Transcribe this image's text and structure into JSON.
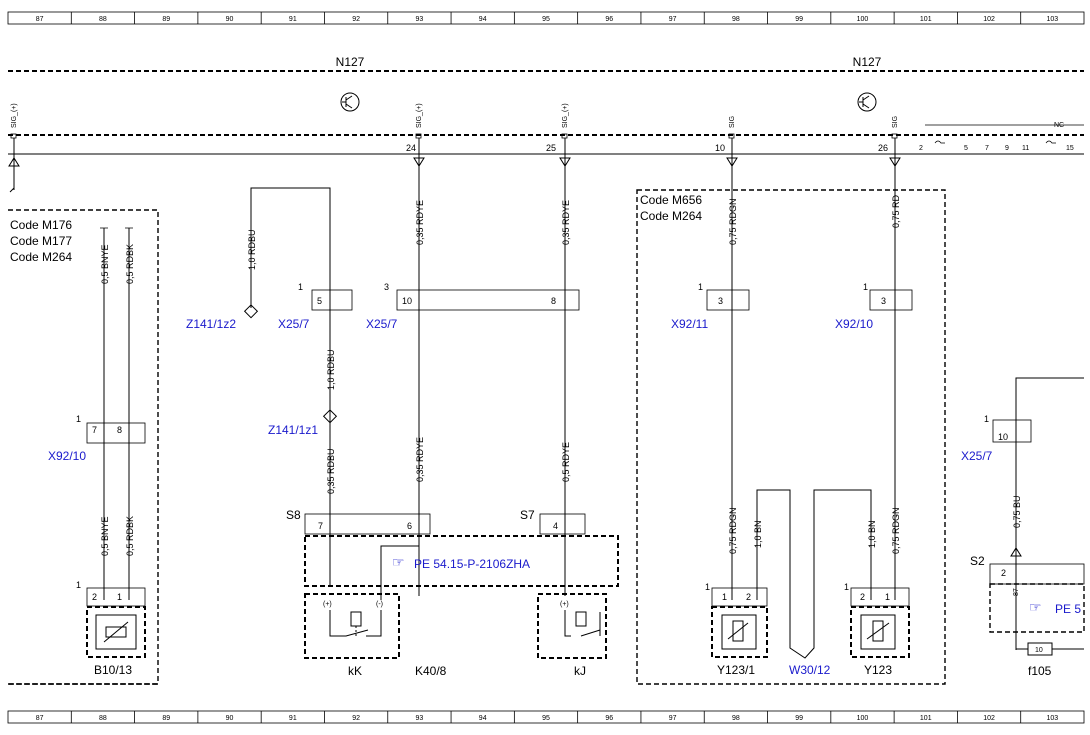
{
  "grid_numbers": [
    "87",
    "88",
    "89",
    "90",
    "91",
    "92",
    "93",
    "94",
    "95",
    "96",
    "97",
    "98",
    "99",
    "100",
    "101",
    "102",
    "103"
  ],
  "module": {
    "left_name": "N127",
    "right_name": "N127"
  },
  "top_pins": [
    {
      "sig": "SIG_(+)",
      "num": ""
    },
    {
      "sig": "SIG_(+)",
      "num": "24"
    },
    {
      "sig": "SIG_(+)",
      "num": "25"
    },
    {
      "sig": "SIG",
      "num": "10"
    },
    {
      "sig": "SIG",
      "num": "26"
    }
  ],
  "nc": {
    "label": "NC",
    "pins": [
      "2",
      "5",
      "7",
      "9",
      "11",
      "15"
    ]
  },
  "left_block": {
    "codes": [
      "Code M176",
      "Code M177",
      "Code M264"
    ]
  },
  "right_block": {
    "codes": [
      "Code M656",
      "Code M264"
    ]
  },
  "wires": {
    "w1": "0,5 BNYE",
    "w2": "0,5 RDBK",
    "w3": "1,0 RDBU",
    "w4": "0,35 RDYE",
    "w5": "0,35 RDYE",
    "w6": "0,75 RDGN",
    "w7": "0,75 RD",
    "w8": "1,0 RDBU",
    "w9": "0,35 RDBU",
    "w10": "0,35 RDYE",
    "w11": "0,5 RDYE",
    "w12": "0,5 BNYE",
    "w13": "0,5 RDBK",
    "w14": "0,75 RDGN",
    "w15": "1,0 BN",
    "w16": "1,0 BN",
    "w17": "0,75 RDGN",
    "w18": "0,75 BU"
  },
  "connectors": {
    "x25_7a": "X25/7",
    "x25_7b": "X25/7",
    "x25_7c": "X25/7",
    "x92_10a": "X92/10",
    "x92_11": "X92/11",
    "x92_10b": "X92/10",
    "z141_1z2": "Z141/1z2",
    "z141_1z1": "Z141/1z1"
  },
  "pins": {
    "p1": "1",
    "p2": "5",
    "p3": "3",
    "p4": "10",
    "p5": "8",
    "p6": "1",
    "p7": "3",
    "p8": "1",
    "p9": "3",
    "p10": "1",
    "p11": "7",
    "p12": "8",
    "p13": "7",
    "p14": "6",
    "p15": "4",
    "p16": "1",
    "p17": "10",
    "p18": "2",
    "p19": "1",
    "p20": "1",
    "p21": "1",
    "p22": "2",
    "p23": "1",
    "p24": "2",
    "p25": "1",
    "p26": "2",
    "p27": "87",
    "p28": "(+)",
    "p29": "(-)",
    "p30": "(+)",
    "p31": "1",
    "p32": "1"
  },
  "plugs": {
    "s8": "S8",
    "s7": "S7",
    "s2": "S2"
  },
  "refs": {
    "pe1": "PE 54.15-P-2106ZHA",
    "pe2": "PE 5"
  },
  "components": {
    "b10_13": "B10/13",
    "kk": "kK",
    "k40_8": "K40/8",
    "kj": "kJ",
    "y123_1": "Y123/1",
    "w30_12": "W30/12",
    "y123": "Y123",
    "f105": "f105",
    "fuse": "10"
  }
}
